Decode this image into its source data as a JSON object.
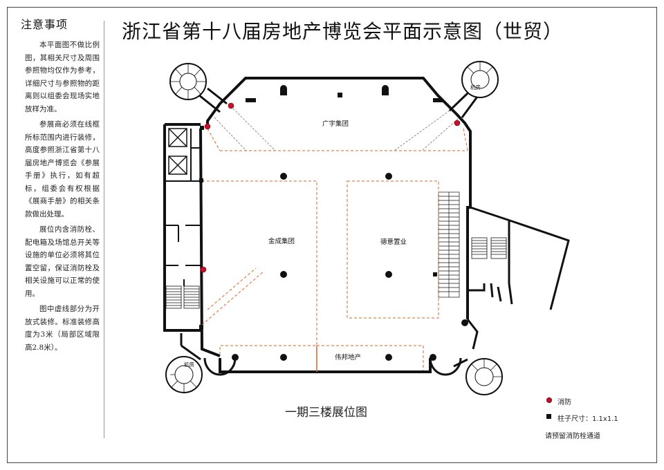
{
  "title": "浙江省第十八届房地产博览会平面示意图（世贸）",
  "notes": {
    "heading": "注意事项",
    "paragraphs": [
      "本平面图不做比例图，其相关尺寸及周围参照物均仅作为参考，详细尺寸与参照物的距离则以组委会现场实地放样为准。",
      "参展商必须在线框所标范围内进行装修，高度参照浙江省第十八届房地产博览会《参展手册》执行，如有超标，组委会有权根据《展商手册》的相关条款做出处理。",
      "展位内含消防栓、配电箱及场馆总开关等设施的单位必须将其位置空留，保证消防栓及相关设施可以正常的使用。",
      "图中虚线部分为开放式装修。标准装修高度为3米（局部区域限高2.8米）。"
    ]
  },
  "floor_caption": "一期三楼展位图",
  "booths": [
    {
      "label": "广宇集团"
    },
    {
      "label": "金成集团"
    },
    {
      "label": "德意置业"
    },
    {
      "label": "伟邦地产"
    }
  ],
  "rooms": {
    "machine_room_top": "机房",
    "machine_room_bottom": "机房"
  },
  "legend": {
    "fire_label": "消防",
    "column_label": "柱子尺寸：1.1x1.1",
    "note": "请预留消防栓通道"
  },
  "colors": {
    "wall": "#111111",
    "booth_dash": "#e0641e",
    "fire": "#c8102e"
  }
}
